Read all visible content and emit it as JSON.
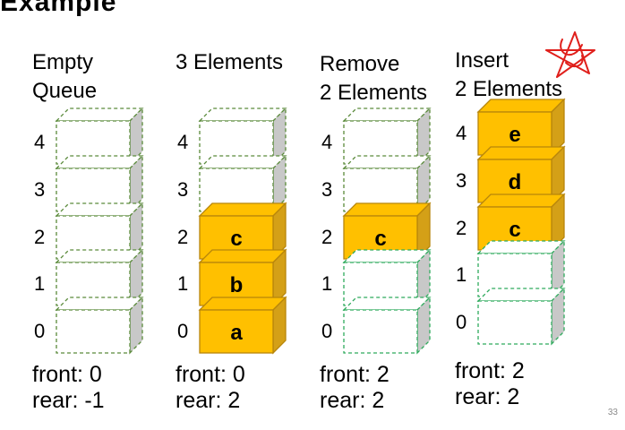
{
  "slide": {
    "title_fragment": "Example",
    "page_number": "33"
  },
  "columns": [
    {
      "heading": [
        "Empty",
        "Queue"
      ],
      "indices": [
        "4",
        "3",
        "2",
        "1",
        "0"
      ],
      "slots": [
        {
          "state": "empty",
          "label": ""
        },
        {
          "state": "empty",
          "label": ""
        },
        {
          "state": "empty",
          "label": ""
        },
        {
          "state": "empty",
          "label": ""
        },
        {
          "state": "empty",
          "label": ""
        }
      ],
      "front_text": "front: 0",
      "rear_text": "rear: -1"
    },
    {
      "heading": [
        "",
        "3 Elements"
      ],
      "indices": [
        "4",
        "3",
        "2",
        "1",
        "0"
      ],
      "slots": [
        {
          "state": "empty",
          "label": ""
        },
        {
          "state": "empty",
          "label": ""
        },
        {
          "state": "filled",
          "label": "c"
        },
        {
          "state": "filled",
          "label": "b"
        },
        {
          "state": "filled",
          "label": "a"
        }
      ],
      "front_text": "front: 0",
      "rear_text": "rear: 2"
    },
    {
      "heading": [
        "Remove",
        "2 Elements"
      ],
      "indices": [
        "4",
        "3",
        "2",
        "1",
        "0"
      ],
      "slots": [
        {
          "state": "empty",
          "label": ""
        },
        {
          "state": "empty",
          "label": ""
        },
        {
          "state": "filled",
          "label": "c"
        },
        {
          "state": "removed",
          "label": ""
        },
        {
          "state": "removed",
          "label": ""
        }
      ],
      "front_text": "front: 2",
      "rear_text": "rear: 2"
    },
    {
      "heading": [
        "Insert",
        "2 Elements"
      ],
      "indices": [
        "4",
        "3",
        "2",
        "1",
        "0"
      ],
      "slots": [
        {
          "state": "filled",
          "label": "e"
        },
        {
          "state": "filled",
          "label": "d"
        },
        {
          "state": "filled",
          "label": "c"
        },
        {
          "state": "removed",
          "label": ""
        },
        {
          "state": "removed",
          "label": ""
        }
      ],
      "front_text": "front: 2",
      "rear_text": "rear: 2"
    }
  ],
  "colors": {
    "empty_border": "#5a8a3a",
    "removed_border": "#2eaa5c",
    "filled_front": "#ffc000",
    "filled_side": "#d4a017",
    "filled_border": "#b8860b",
    "side_grey": "#c8c8c8",
    "annotation_red": "#e0201c"
  },
  "annotation": {
    "icon": "red-star-scribble-icon"
  }
}
